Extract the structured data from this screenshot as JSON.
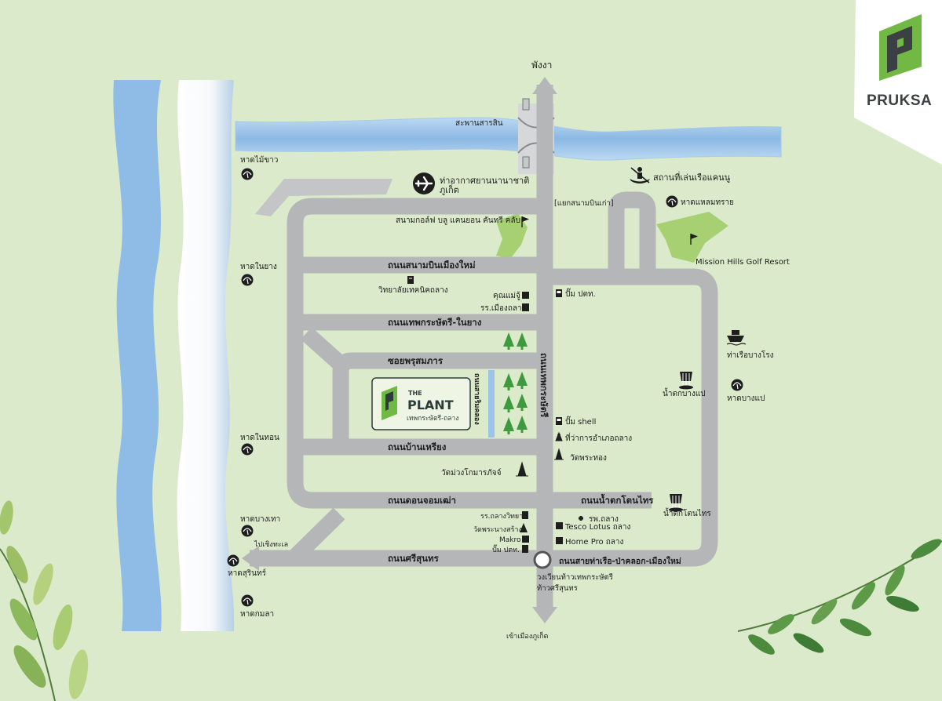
{
  "brand": {
    "name": "PRUKSA"
  },
  "project": {
    "brand_top": "THE",
    "brand_main": "PLANT",
    "location_line": "เทพกระษัตรี-ถลาง"
  },
  "compass": {
    "north": "พังงา",
    "south": "เข้าเมืองภูเก็ต"
  },
  "roads": {
    "airport_road": "ถนนสนามบินเมืองใหม่",
    "thepkrasattri_naiyang": "ถนนเทพกระษัตรี-ในยาง",
    "soi_prusamphan": "ซอยพรุสมภาร",
    "thepkrasattri_main": "ถนนเทพกระษัตรี",
    "klong_side": "ถนนสายริมคลอง",
    "ban_riang": "ถนนบ้านเหรียง",
    "don_jom_thao": "ถนนดอนจอมเฒ่า",
    "namtok_tonsai": "ถนนน้ำตกโตนไทร",
    "srisoonthorn": "ถนนศรีสุนทร",
    "tha_ruea_road": "ถนนสายท่าเรือ-ป่าคลอก-เมืองใหม่"
  },
  "places": {
    "sarasin_bridge": "สะพานสารสิน",
    "airport_line1": "ท่าอากาศยานนานาชาติ",
    "airport_line2": "ภูเก็ต",
    "blue_canyon": "สนามกอล์ฟ บลู แคนยอน คันทรี คลับ",
    "canoe": "สถานที่เล่นเรือแคนนู",
    "old_airport_junction": "[แยกสนามบินเก่า]",
    "laem_sai": "หาดแหลมทราย",
    "mission_hills": "Mission Hills Golf Resort",
    "tech_college": "วิทยาลัยเทคนิคถลาง",
    "khun_mae_ju": "คุณแม่จู้",
    "mueang_thalang_school": "รร.เมืองถลาง",
    "ptt1": "ปั๊ม ปตท.",
    "bang_rong_pier": "ท่าเรือบางโรง",
    "bang_pae_falls": "น้ำตกบางแป",
    "bang_pae_beach": "หาดบางแป",
    "shell": "ปั๊ม shell",
    "district_office": "ที่ว่าการอำเภอถลาง",
    "wat_phra_thong": "วัดพระทอง",
    "wat_muang": "วัดม่วงโกมารภัจจ์",
    "tonsai_falls": "น้ำตกโตนไทร",
    "thalang_witthaya": "รร.ถลางวิทยา",
    "wat_phra_nang_sang": "วัดพระนางสร้าง",
    "makro": "Makro",
    "ptt2": "ปั๊ม ปตท.",
    "hospital": "รพ.ถลาง",
    "tesco": "Tesco Lotus ถลาง",
    "home_pro": "Home Pro ถลาง",
    "heroines_line1": "วงเวียนท้าวเทพกระษัตรี",
    "heroines_line2": "ท้าวศรีสุนทร",
    "to_choeng_thale": "ไปเชิงทะเล"
  },
  "beaches": {
    "mai_khao": "หาดไม้ขาว",
    "nai_yang": "หาดในยาง",
    "nai_thon": "หาดในทอน",
    "bang_tao": "หาดบางเทา",
    "surin": "หาดสุรินทร์",
    "kamala": "หาดกมลา"
  },
  "colors": {
    "background": "#dbeacb",
    "road": "#b5b6b8",
    "water": "#9cc3e8",
    "brand_green": "#71b944",
    "tree": "#3f9a3f",
    "text": "#1e1e1e"
  }
}
